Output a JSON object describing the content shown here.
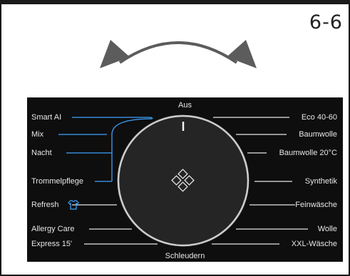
{
  "page_ref": "6-6",
  "icons": {
    "rotate_arrows": "double-headed-curved-arrow",
    "center": "diamond-cluster-icon",
    "refresh_extra": "shirt-refresh-icon"
  },
  "colors": {
    "panel": "#0e0e0e",
    "accent": "#3fa3ff",
    "text": "#e6e6e6",
    "arrow": "#5c5c5c"
  },
  "dial": {
    "top_label": "Aus",
    "bottom_label": "Schleudern",
    "left_programs": [
      "Smart AI",
      "Mix",
      "Nacht",
      "Trommelpflege",
      "Refresh",
      "Allergy Care",
      "Express 15'"
    ],
    "right_programs": [
      "Eco 40-60",
      "Baumwolle",
      "Baumwolle 20°C",
      "Synthetik",
      "Feinwäsche",
      "Wolle",
      "XXL-Wäsche"
    ],
    "highlighted": [
      "Smart AI",
      "Mix",
      "Nacht",
      "Trommelpflege"
    ]
  }
}
